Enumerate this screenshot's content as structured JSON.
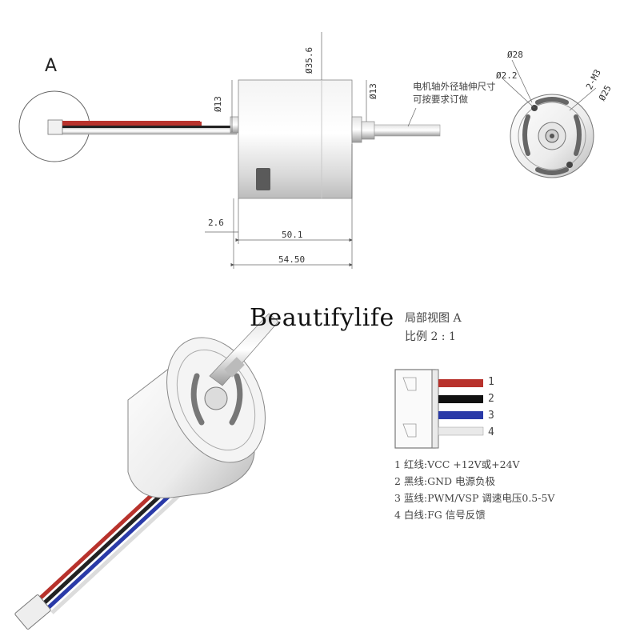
{
  "label_a": "A",
  "watermark": "Beautifylife",
  "dimensions": {
    "body_diameter": "Ø35.6",
    "left_shaft": "Ø13",
    "right_shaft": "Ø13",
    "offset": "2.6",
    "body_length": "50.1",
    "total_length": "54.50",
    "face_d28": "Ø28",
    "face_d22": "Ø2.2",
    "face_m3": "2-M3",
    "face_d25": "Ø25"
  },
  "shaft_note": [
    "电机轴外径轴伸尺寸",
    "可按要求订做"
  ],
  "partial_view": {
    "title": "局部视图 A",
    "scale": "比例 2 : 1"
  },
  "pins": [
    "1",
    "2",
    "3",
    "4"
  ],
  "wire_colors": [
    "#b8322c",
    "#111111",
    "#2a3aa8",
    "#e9e9e9"
  ],
  "legend": [
    "1 红线:VCC +12V或+24V",
    "2 黑线:GND 电源负极",
    "3 蓝线:PWM/VSP 调速电压0.5-5V",
    "4 白线:FG 信号反馈"
  ]
}
